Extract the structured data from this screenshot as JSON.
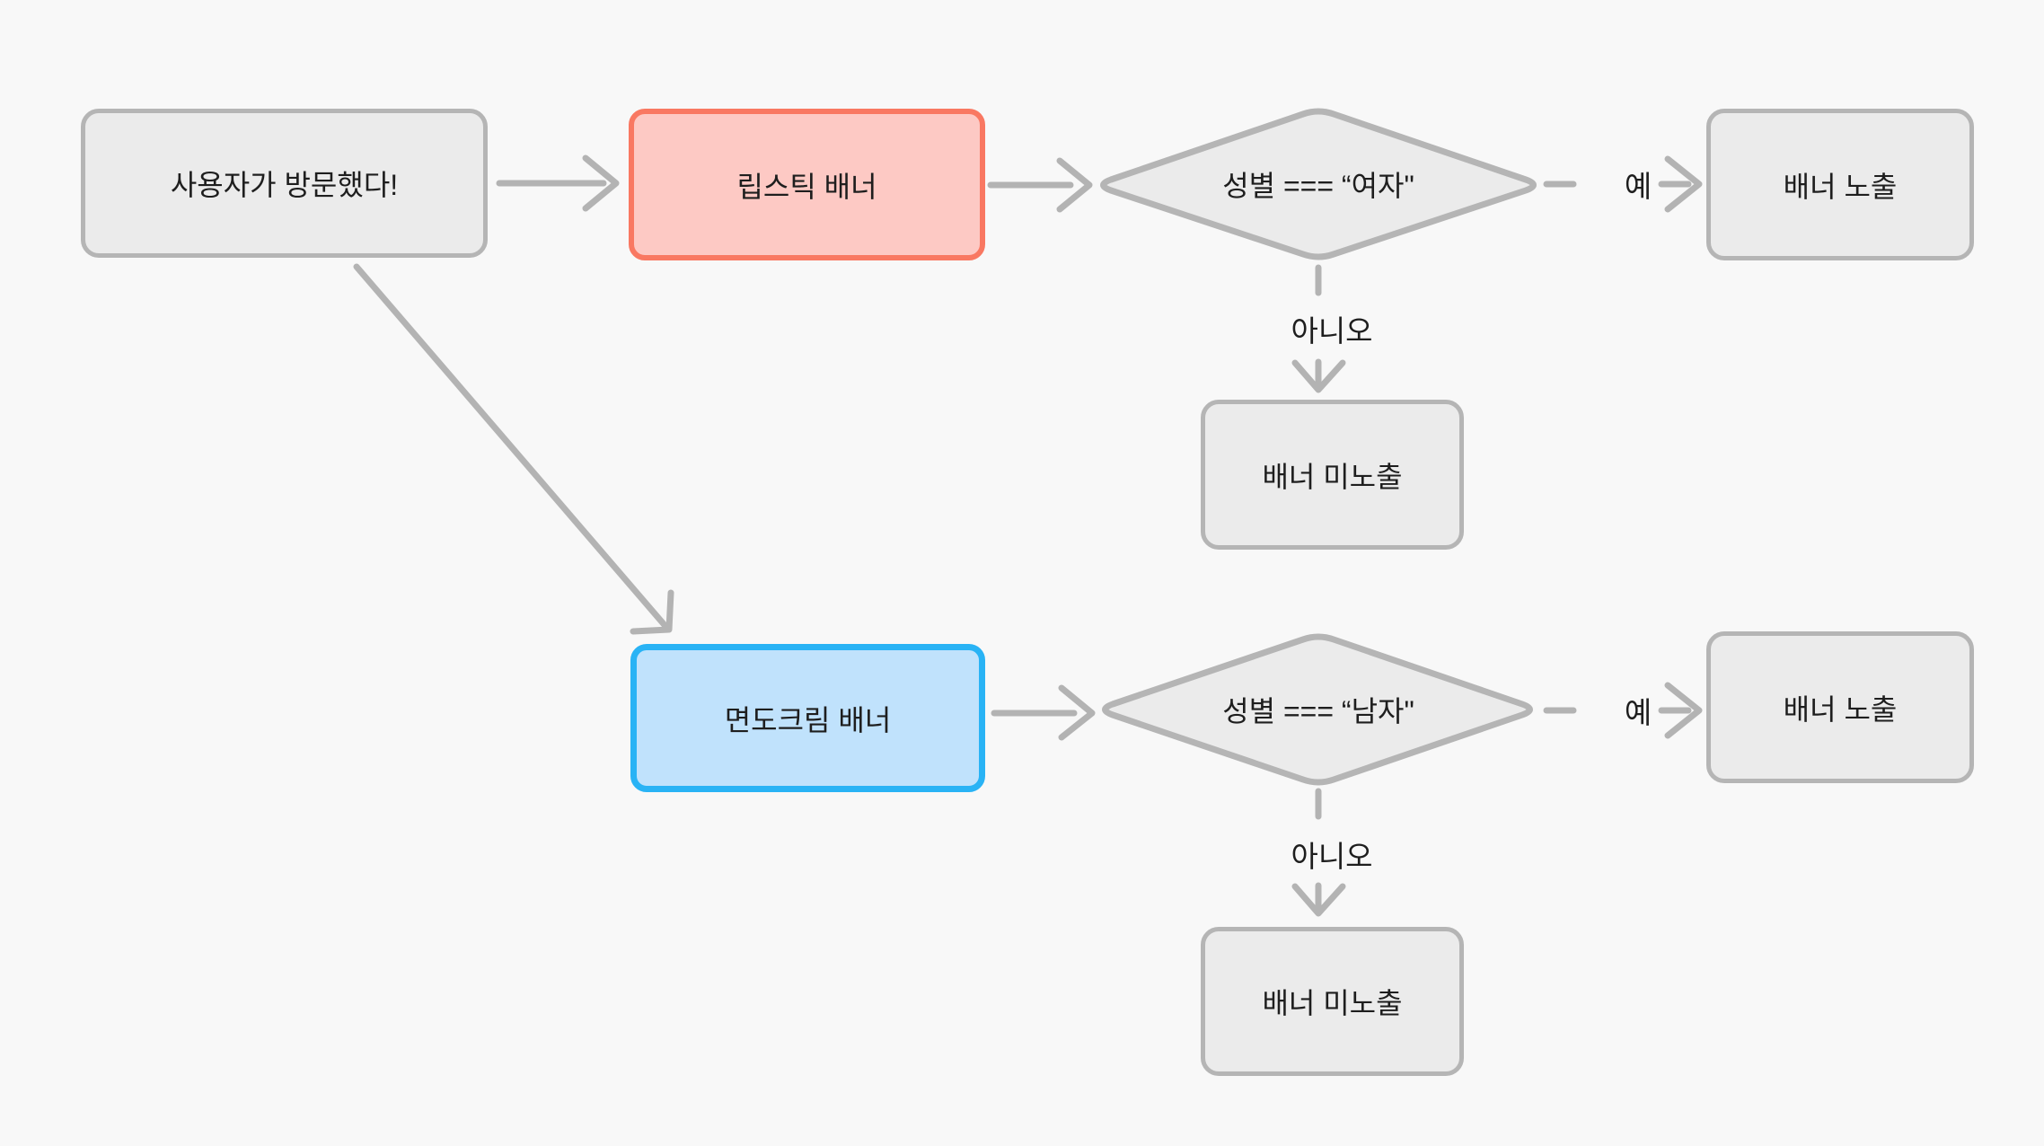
{
  "diagram": {
    "colors": {
      "bg": "#f8f8f8",
      "node_fill": "#ebebeb",
      "node_stroke": "#b5b5b5",
      "lipstick_fill": "#fdc9c4",
      "lipstick_stroke": "#f97862",
      "shaving_fill": "#c0e2fc",
      "shaving_stroke": "#29b3f5",
      "arrow": "#b3b3b3",
      "text": "#1e1e1e"
    },
    "nodes": {
      "start": {
        "label": "사용자가 방문했다!",
        "shape": "rectangle"
      },
      "lipstick_banner": {
        "label": "립스틱 배너",
        "shape": "rectangle",
        "accent": "#f97862"
      },
      "shaving_banner": {
        "label": "면도크림 배너",
        "shape": "rectangle",
        "accent": "#29b3f5"
      },
      "female_check": {
        "label": "성별 === “여자\"",
        "shape": "diamond"
      },
      "male_check": {
        "label": "성별 === “남자\"",
        "shape": "diamond"
      },
      "banner_shown_1": {
        "label": "배너 노출",
        "shape": "rectangle"
      },
      "banner_hidden_1": {
        "label": "배너 미노출",
        "shape": "rectangle"
      },
      "banner_shown_2": {
        "label": "배너 노출",
        "shape": "rectangle"
      },
      "banner_hidden_2": {
        "label": "배너 미노출",
        "shape": "rectangle"
      }
    },
    "edge_labels": {
      "yes_1": "예",
      "no_1": "아니오",
      "yes_2": "예",
      "no_2": "아니오"
    }
  }
}
